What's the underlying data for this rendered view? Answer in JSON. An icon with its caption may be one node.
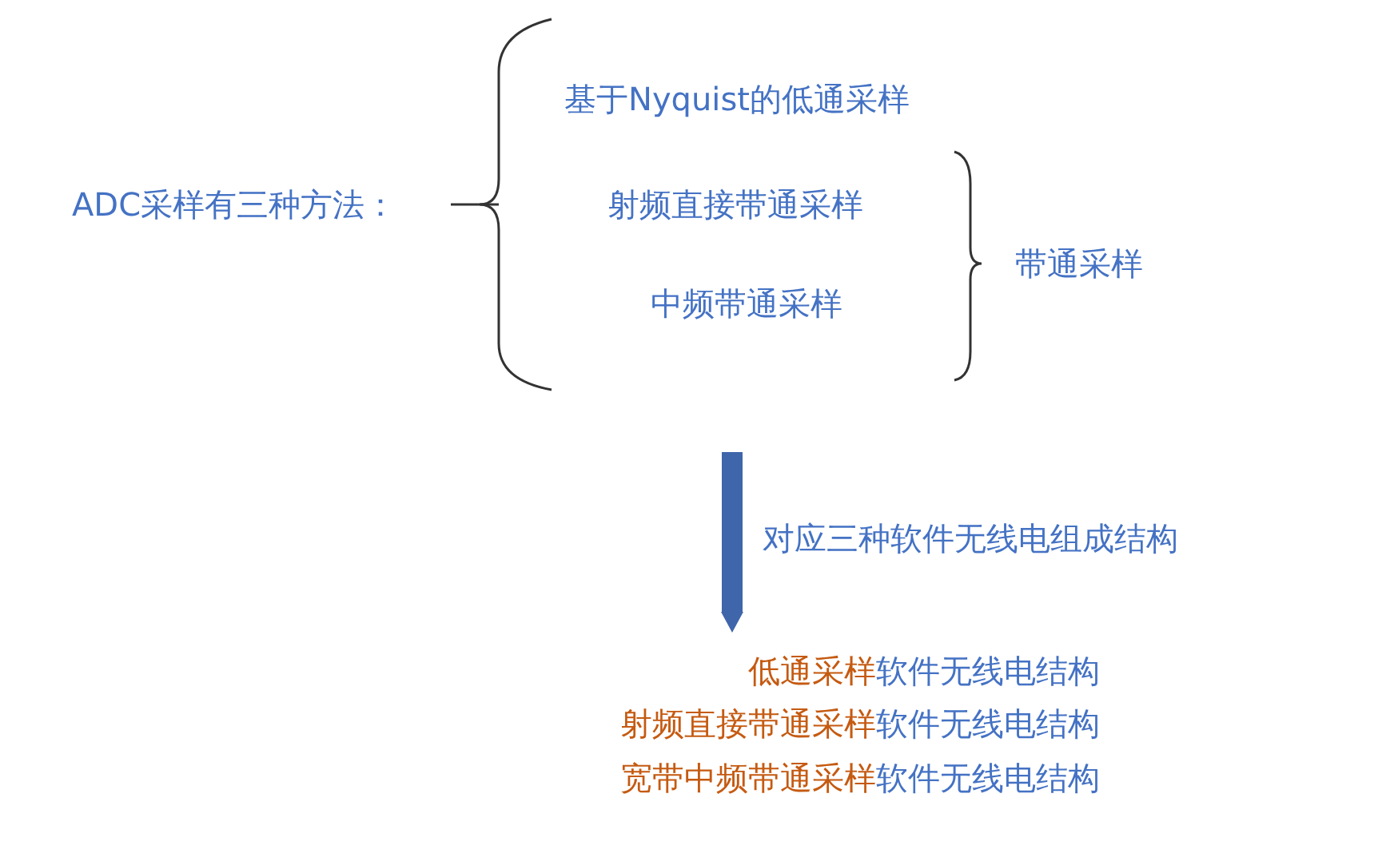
{
  "diagram": {
    "nodes": [
      {
        "text": [
          "ADC采样有三种方法："
        ]
      },
      {
        "text": [
          "基于Nyquist的低通采样"
        ]
      },
      {
        "text": [
          "射频直接带通采样"
        ]
      },
      {
        "text": [
          "中频带通采样"
        ]
      },
      {
        "text": [
          "带通采样"
        ]
      },
      {
        "text": [
          "低通采样",
          "软件无线电结构"
        ]
      },
      {
        "text": [
          "射频直接带通采样",
          "软件无线电结构"
        ]
      },
      {
        "text": [
          "宽带中频带通采样",
          "软件无线电结构"
        ]
      }
    ],
    "edges": [
      {
        "from": null,
        "to": 5,
        "arrow": "to",
        "label": "对应三种软件无线电组成结构"
      }
    ]
  }
}
